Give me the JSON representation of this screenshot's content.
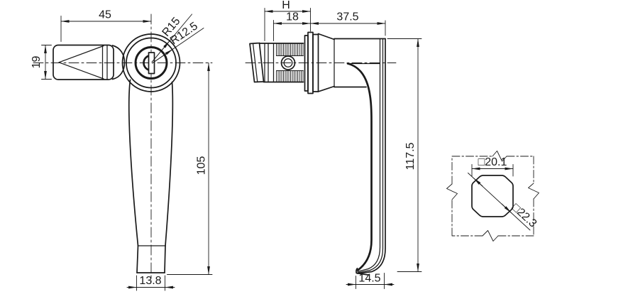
{
  "colors": {
    "line": "#1a1a1a",
    "background": "#ffffff"
  },
  "views": {
    "front": {
      "dim_grip_length": "45",
      "dim_grip_height": "19",
      "dim_head_radius_outer": "R15",
      "dim_head_radius_inner": "R12.5",
      "dim_arm_length": "105",
      "dim_tip_width": "13.8"
    },
    "side": {
      "dim_thread_length_variable": "H",
      "dim_thread_length": "18",
      "dim_body_depth": "37.5",
      "dim_overall_height": "117.5",
      "dim_foot_depth": "14.5"
    },
    "cutout": {
      "dim_square_size": "□20.1",
      "dim_square_diagonal": "□22.3"
    }
  }
}
